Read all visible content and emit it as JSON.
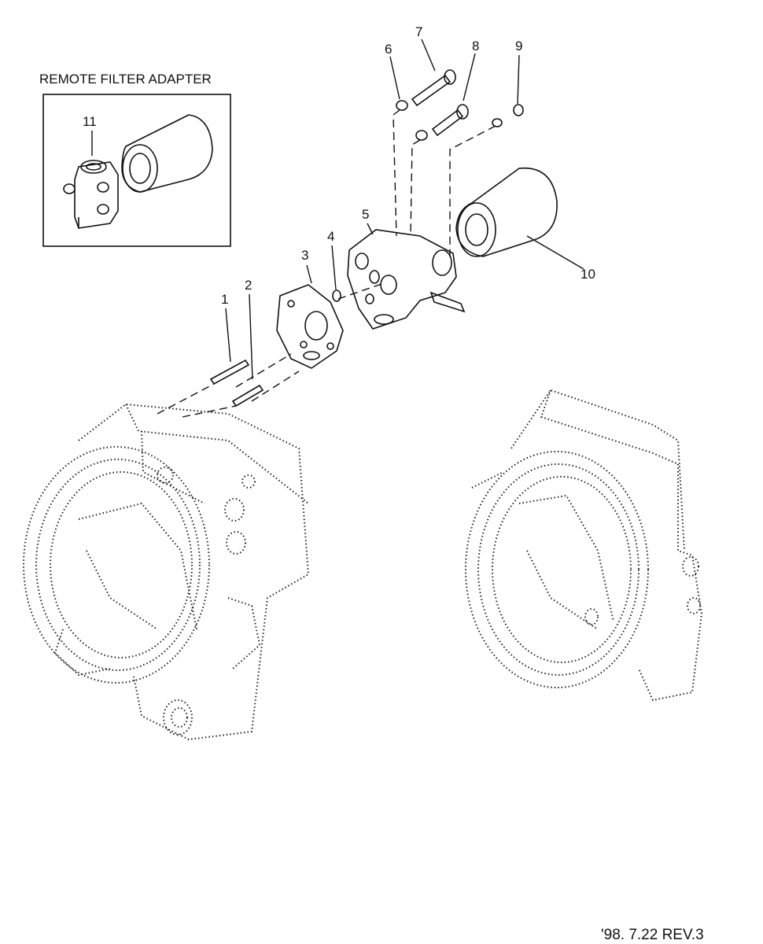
{
  "inset": {
    "title": "REMOTE FILTER ADAPTER",
    "callout": "11"
  },
  "callouts": [
    "1",
    "2",
    "3",
    "4",
    "5",
    "6",
    "7",
    "8",
    "9",
    "10"
  ],
  "revision": "'98. 7.22  REV.3"
}
